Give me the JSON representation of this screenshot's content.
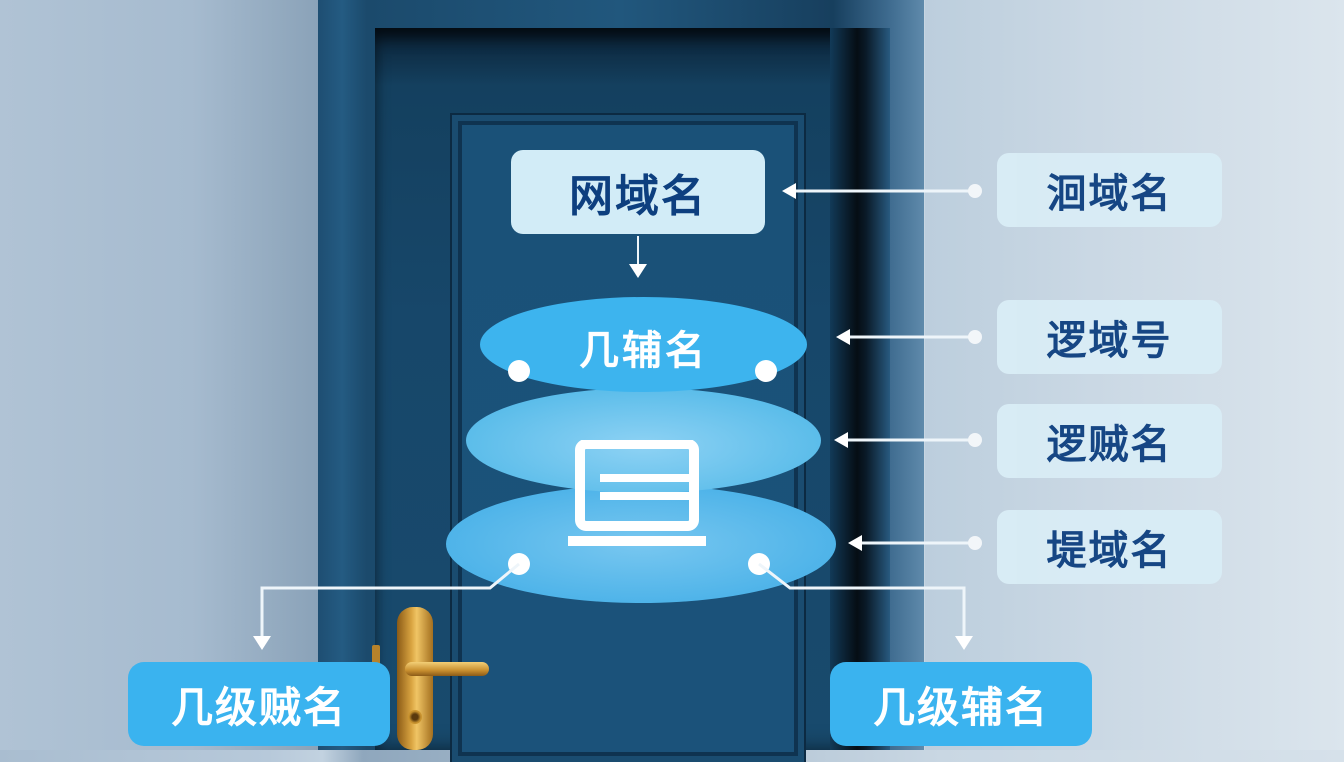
{
  "diagram": {
    "top_box": {
      "label": "网域名"
    },
    "center_stack": {
      "top_ellipse_label": "几辅名",
      "icon": "monitor-icon"
    },
    "right_boxes": [
      {
        "label": "洄域名",
        "arrow": "left"
      },
      {
        "label": "逻域号",
        "arrow": "left"
      },
      {
        "label": "逻贼名",
        "arrow": "left"
      },
      {
        "label": "堤域名",
        "arrow": "left"
      }
    ],
    "bottom_boxes": [
      {
        "label": "几级贼名",
        "position": "left"
      },
      {
        "label": "几级辅名",
        "position": "right"
      }
    ],
    "colors": {
      "door_blue": "#184a6d",
      "light_box": "#d2ecf7",
      "accent_blue": "#3ab3ef",
      "text_dark_blue": "#0d3f7f",
      "wall": "#b7c9da",
      "handle_gold": "#d9a441"
    }
  }
}
